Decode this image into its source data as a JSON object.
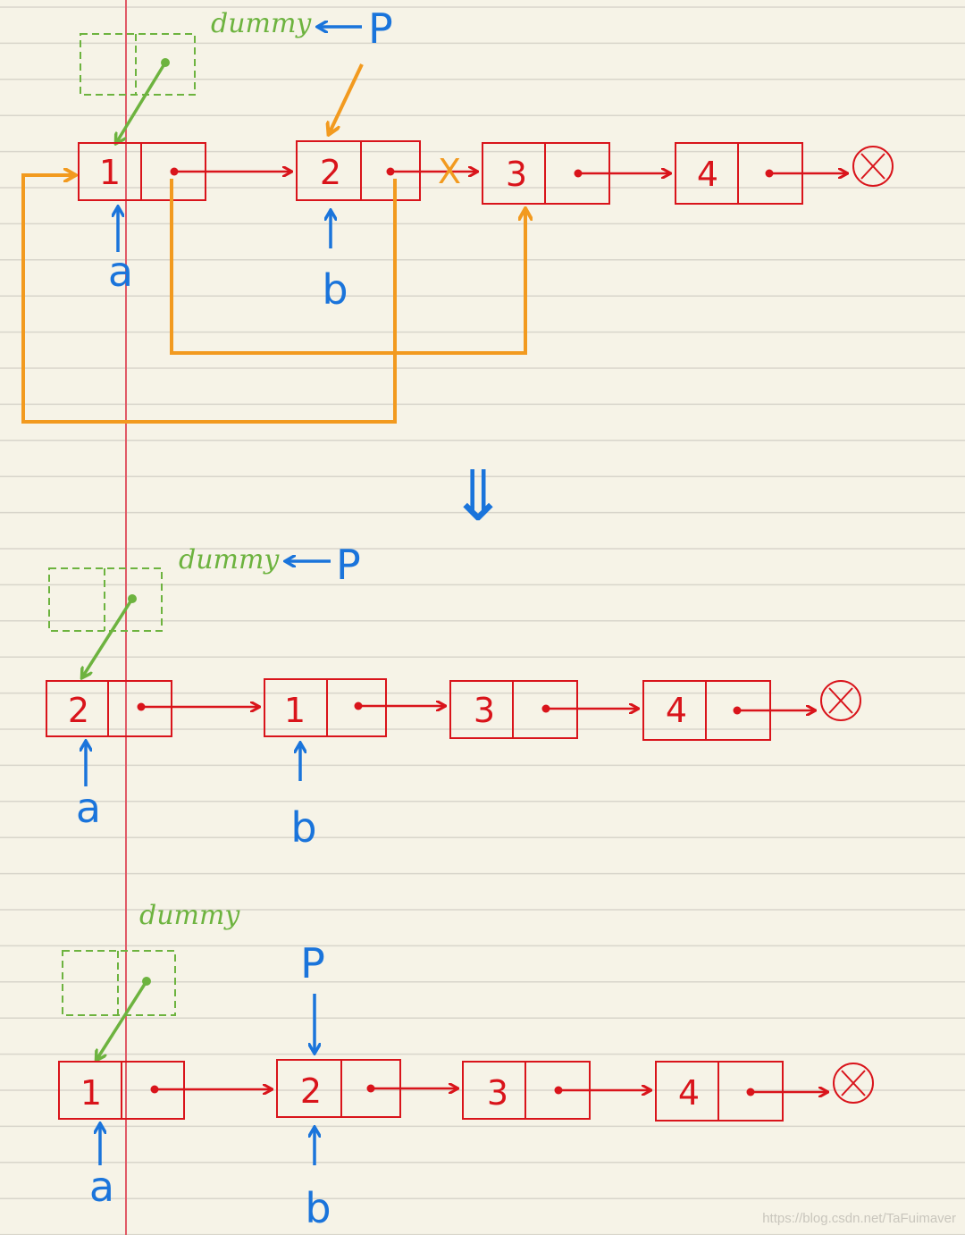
{
  "colors": {
    "paper": "#f6f3e7",
    "rule_line": "#d8d5cb",
    "margin_line": "#e05a66",
    "node": "#d9141b",
    "pointer_label": "#1a74db",
    "dummy": "#6db33f",
    "rewire": "#f29a1f"
  },
  "panels": [
    {
      "dummy_label": "dummy",
      "p_label": "P",
      "nodes": [
        "1",
        "2",
        "3",
        "4"
      ],
      "null_symbol": "⊗",
      "cut_mark": "X",
      "a_label": "a",
      "b_label": "b"
    },
    {
      "dummy_label": "dummy",
      "p_label": "P",
      "nodes": [
        "2",
        "1",
        "3",
        "4"
      ],
      "null_symbol": "⊗",
      "a_label": "a",
      "b_label": "b"
    },
    {
      "dummy_label": "dummy",
      "p_label": "P",
      "nodes": [
        "1",
        "2",
        "3",
        "4"
      ],
      "null_symbol": "⊗",
      "a_label": "a",
      "b_label": "b"
    }
  ],
  "transition_symbol": "⇓",
  "watermark": "https://blog.csdn.net/TaFuimaver"
}
